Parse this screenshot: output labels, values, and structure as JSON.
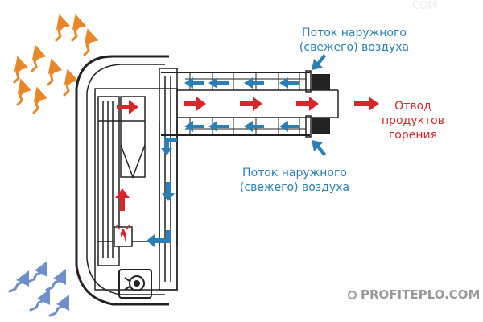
{
  "labels": {
    "fresh_air_top": [
      "Поток наружного",
      "(свежего) воздуха"
    ],
    "fresh_air_bottom": [
      "Поток наружного",
      "(свежего) воздуха"
    ],
    "exhaust": [
      "Отвод",
      "продуктов",
      "горения"
    ]
  },
  "watermark": "PROFITEPLO.COM",
  "watermark_top": "COM",
  "colors": {
    "fresh_air": "#2b7fb4",
    "exhaust": "#d6262a",
    "heat": "#e8862a",
    "cold_air": "#6e8fc9",
    "outline": "#222222"
  },
  "icons": [
    "heat-wave-icon",
    "cold-air-icon",
    "flame-icon",
    "fan-icon"
  ]
}
